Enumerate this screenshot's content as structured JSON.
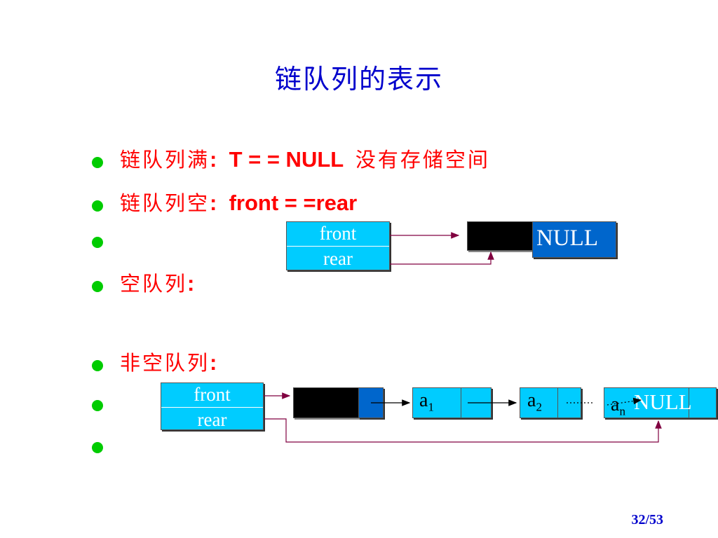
{
  "slide": {
    "title": "链队列的表示",
    "page_number": "32/53"
  },
  "bullets": [
    {
      "cjk": "链队列满",
      "colon": ":",
      "en": "  T = = NULL  ",
      "cjk2": "没有存储空间"
    },
    {
      "cjk": "链队列空",
      "colon": ":",
      "en": "  front = =rear",
      "cjk2": ""
    },
    {
      "cjk": "",
      "colon": "",
      "en": "",
      "cjk2": ""
    },
    {
      "cjk": "空队列",
      "colon": ":",
      "en": "",
      "cjk2": ""
    },
    {
      "cjk": "非空队列",
      "colon": ":",
      "en": "",
      "cjk2": ""
    },
    {
      "cjk": "",
      "colon": "",
      "en": "",
      "cjk2": ""
    },
    {
      "cjk": "",
      "colon": "",
      "en": "",
      "cjk2": ""
    }
  ],
  "empty_queue": {
    "front_label": "front",
    "rear_label": "rear",
    "null_label": "NULL"
  },
  "nonempty_queue": {
    "front_label": "front",
    "rear_label": "rear",
    "node1": {
      "base": "a",
      "sub": "1"
    },
    "node2": {
      "base": "a",
      "sub": "2"
    },
    "noden": {
      "base": "a",
      "sub": "n"
    },
    "null_label": "NULL"
  },
  "colors": {
    "title": "#0000cc",
    "text": "#ff0000",
    "bullet": "#00cc00",
    "box": "#00ccff",
    "null_box": "#0066cc",
    "arrow": "#800040"
  }
}
